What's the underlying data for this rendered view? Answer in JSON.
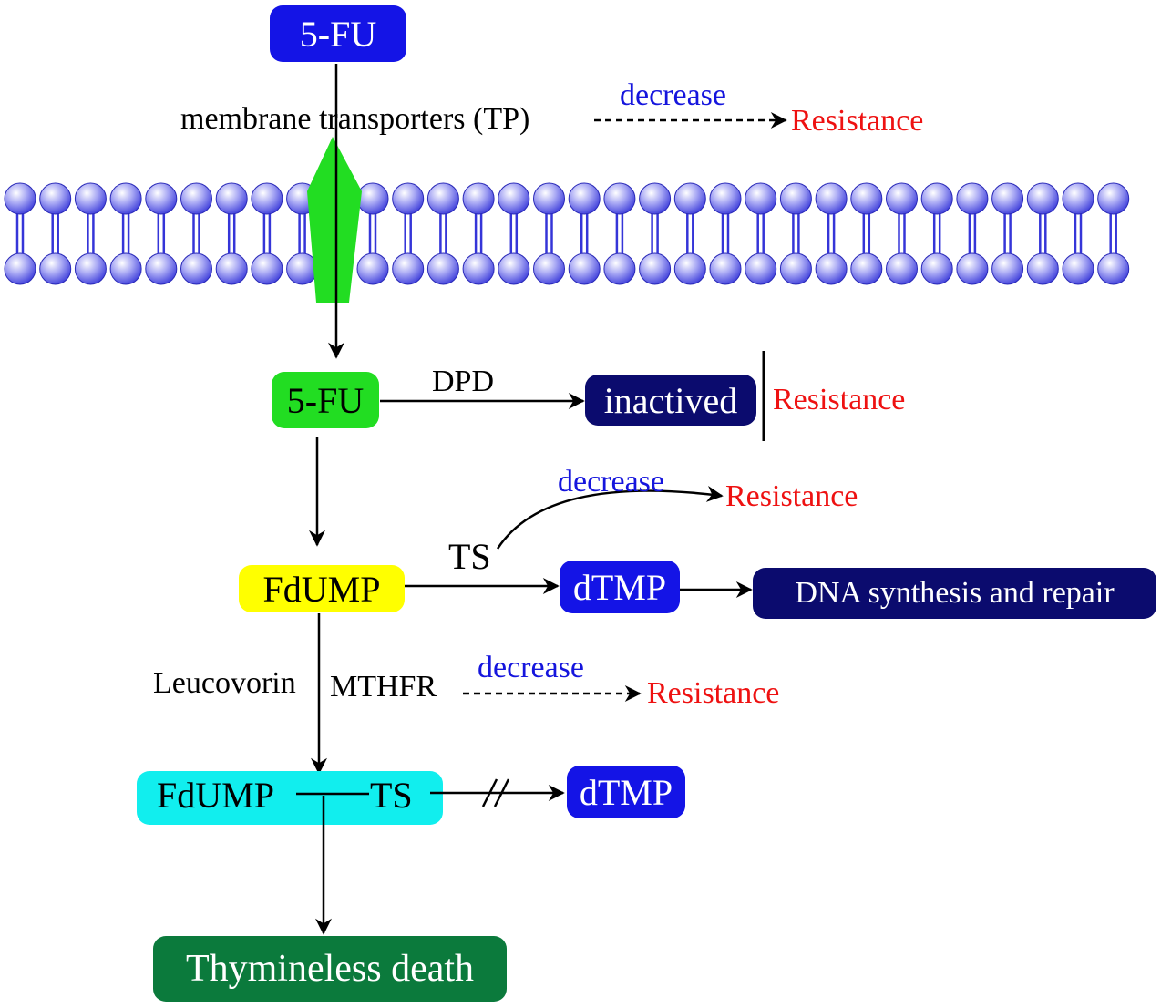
{
  "colors": {
    "fu_top": "#1414e6",
    "fu_inner": "#22dd22",
    "fdump": "#ffff00",
    "complex": "#11eeee",
    "inactived": "#0b0b6e",
    "dtmp": "#1414e6",
    "dna": "#0b0b6e",
    "death": "#0b7a3c",
    "channel": "#22dd22",
    "lipid": "#3535d8",
    "resistance": "#ee1111",
    "decrease": "#1515dd",
    "arrow": "#000000"
  },
  "nodes": {
    "fu_top": "5-FU",
    "fu_inner": "5-FU",
    "inactived": "inactived",
    "fdump": "FdUMP",
    "dtmp_1": "dTMP",
    "dna": "DNA synthesis and repair",
    "complex_left": "FdUMP",
    "complex_right": "TS",
    "dtmp_2": "dTMP",
    "death": "Thymineless death"
  },
  "labels": {
    "membrane_transporters": "membrane transporters (TP)",
    "decrease_1": "decrease",
    "resistance_1": "Resistance",
    "dpd": "DPD",
    "resistance_2": "Resistance",
    "decrease_2": "decrease",
    "resistance_3": "Resistance",
    "ts": "TS",
    "leucovorin": "Leucovorin",
    "mthfr": "MTHFR",
    "decrease_3": "decrease",
    "resistance_4": "Resistance"
  }
}
